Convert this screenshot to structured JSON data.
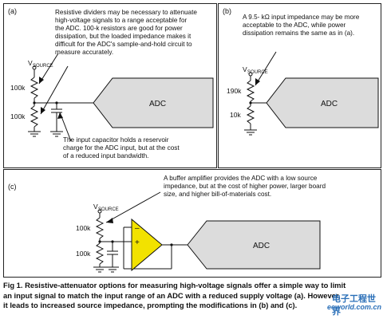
{
  "panel_a": {
    "label": "(a)",
    "note_top": "Resistive dividers may be necessary to attenuate\nhigh-voltage signals to a range acceptable for\nthe ADC. 100-k resistors are good for power\ndissipation, but the loaded impedance makes it\ndifficult for the ADC's sample-and-hold circuit to\nmeasure accurately.",
    "note_bottom": "The input capacitor holds a reservoir\ncharge for the ADC input, but at the cost\nof a reduced input bandwidth.",
    "source_label": "V",
    "source_sub": "SOURCE",
    "r_top": "100k",
    "r_bottom": "100k",
    "adc": "ADC"
  },
  "panel_b": {
    "label": "(b)",
    "note": "A 9.5- kΩ input impedance may be more\nacceptable to the ADC, while power\ndissipation remains the same as in (a).",
    "source_label": "V",
    "source_sub": "SOURCE",
    "r_top": "190k",
    "r_bottom": "10k",
    "adc": "ADC"
  },
  "panel_c": {
    "label": "(c)",
    "note": "A buffer amplifier provides the ADC with a low source\nimpedance, but at the cost of higher power, larger board\nsize, and higher bill-of-materials cost.",
    "source_label": "V",
    "source_sub": "SOURCE",
    "r_top": "100k",
    "r_bottom": "100k",
    "amp_minus": "–",
    "amp_plus": "+",
    "adc": "ADC"
  },
  "caption": "Fig 1. Resistive-attenuator options for measuring high-voltage signals offer a simple way to limit\nan input signal to match the input range of an ADC with a reduced supply voltage (a). However,\nit leads to increased source impedance, prompting the modifications in (b) and (c).",
  "watermark": {
    "logo": "电子工程世界",
    "site": "eeworld.com.cn"
  },
  "colors": {
    "adc_fill": "#dcdcdc",
    "amp_fill": "#f2e200",
    "line": "#111111"
  }
}
